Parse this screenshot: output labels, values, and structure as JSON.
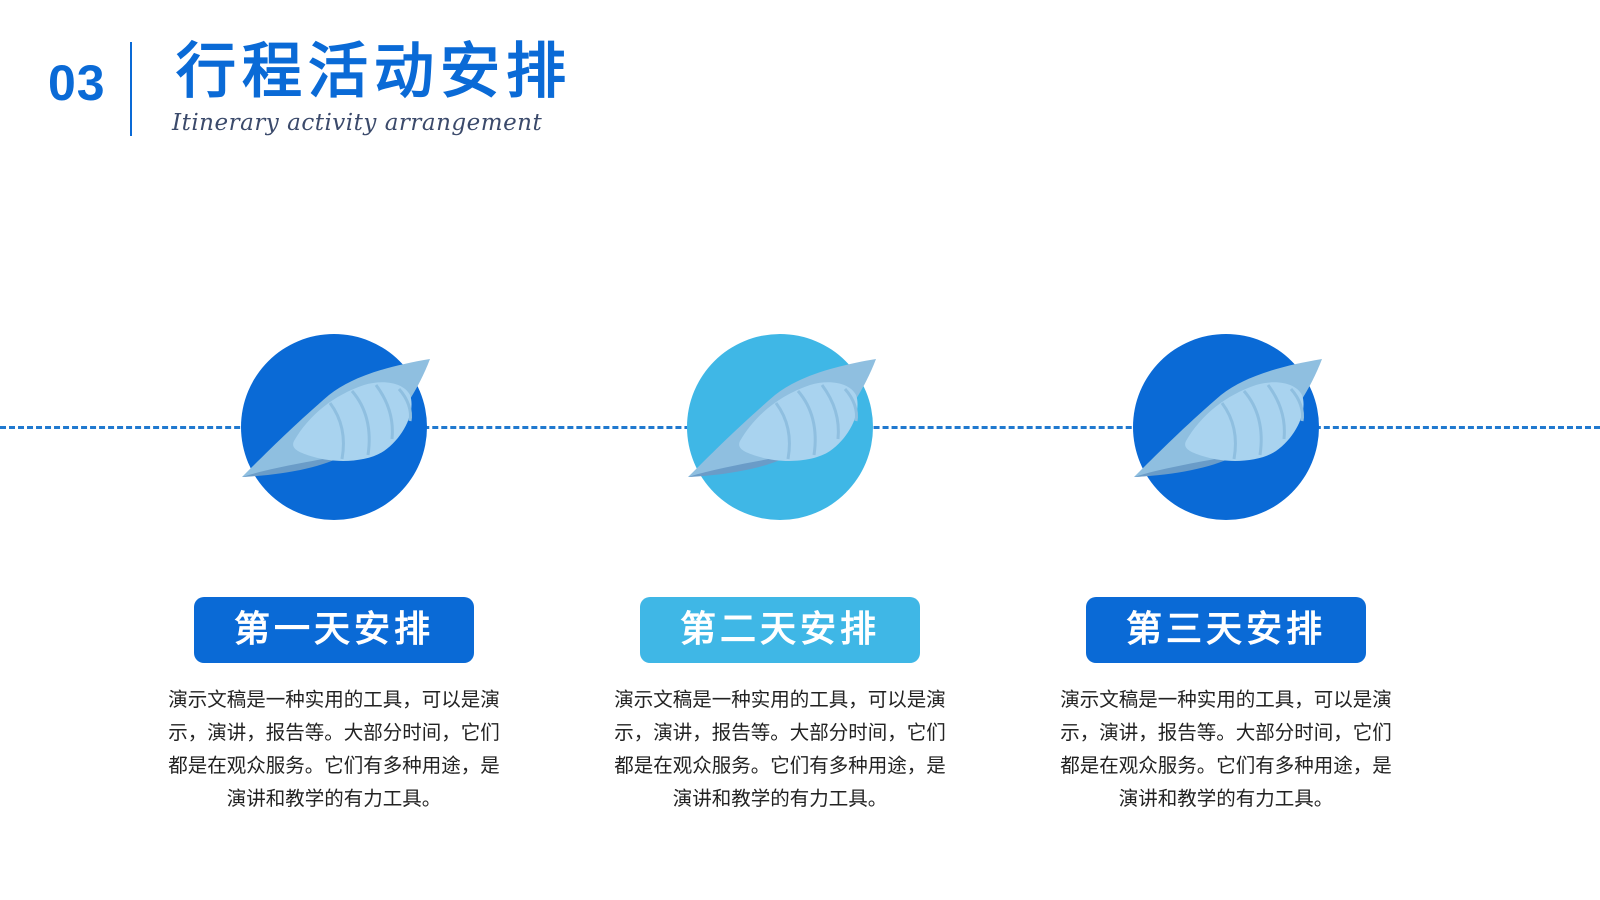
{
  "header": {
    "number": "03",
    "title": "行程活动安排",
    "subtitle": "Itinerary activity arrangement"
  },
  "colors": {
    "primary_blue": "#0a6ad6",
    "light_blue": "#3fb7e6",
    "shell_light": "#a9d3ef",
    "shell_mid": "#8fbfe0",
    "shell_dark": "#6a9cc8"
  },
  "stages": [
    {
      "label": "第一天安排",
      "description": "演示文稿是一种实用的工具，可以是演示，演讲，报告等。大部分时间，它们都是在观众服务。它们有多种用途，是演讲和教学的有力工具。",
      "color": "#0a6ad6",
      "icon": "seashell-icon"
    },
    {
      "label": "第二天安排",
      "description": "演示文稿是一种实用的工具，可以是演示，演讲，报告等。大部分时间，它们都是在观众服务。它们有多种用途，是演讲和教学的有力工具。",
      "color": "#3fb7e6",
      "icon": "seashell-icon"
    },
    {
      "label": "第三天安排",
      "description": "演示文稿是一种实用的工具，可以是演示，演讲，报告等。大部分时间，它们都是在观众服务。它们有多种用途，是演讲和教学的有力工具。",
      "color": "#0a6ad6",
      "icon": "seashell-icon"
    }
  ]
}
